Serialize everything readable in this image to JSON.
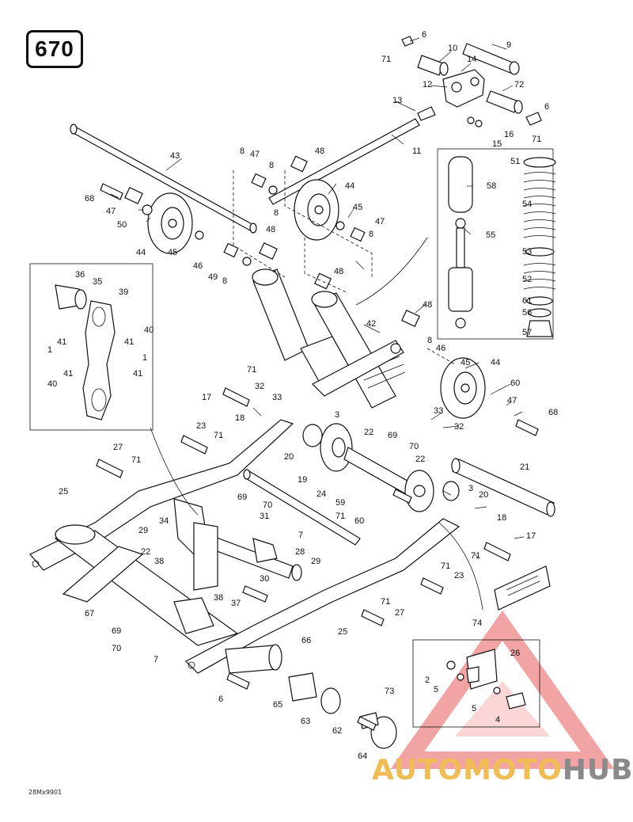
{
  "diagram": {
    "page_number": "670",
    "reference_code": "28Mx9901",
    "watermark": {
      "text_accent": "AUTOMOTO",
      "text_rest": "HUB",
      "accent_color": "#f0bc54",
      "rest_color": "#8a8a8a",
      "triangle_color": "#e85a5a"
    },
    "callouts": [
      {
        "id": "c6a",
        "label": "6"
      },
      {
        "id": "c71a",
        "label": "71"
      },
      {
        "id": "c10",
        "label": "10"
      },
      {
        "id": "c14",
        "label": "14"
      },
      {
        "id": "c9",
        "label": "9"
      },
      {
        "id": "c12",
        "label": "12"
      },
      {
        "id": "c72",
        "label": "72"
      },
      {
        "id": "c13",
        "label": "13"
      },
      {
        "id": "c6b",
        "label": "6"
      },
      {
        "id": "c16",
        "label": "16"
      },
      {
        "id": "c15",
        "label": "15"
      },
      {
        "id": "c71b",
        "label": "71"
      },
      {
        "id": "c11",
        "label": "11"
      },
      {
        "id": "c43",
        "label": "43"
      },
      {
        "id": "c8a",
        "label": "8"
      },
      {
        "id": "c47a",
        "label": "47"
      },
      {
        "id": "c8b",
        "label": "8"
      },
      {
        "id": "c48a",
        "label": "48"
      },
      {
        "id": "c51",
        "label": "51"
      },
      {
        "id": "c58",
        "label": "58"
      },
      {
        "id": "c68a",
        "label": "68"
      },
      {
        "id": "c47b",
        "label": "47"
      },
      {
        "id": "c50",
        "label": "50"
      },
      {
        "id": "c44a",
        "label": "44"
      },
      {
        "id": "c44b",
        "label": "44"
      },
      {
        "id": "c45a",
        "label": "45"
      },
      {
        "id": "c8c",
        "label": "8"
      },
      {
        "id": "c47c",
        "label": "47"
      },
      {
        "id": "c8d",
        "label": "8"
      },
      {
        "id": "c54",
        "label": "54"
      },
      {
        "id": "c55",
        "label": "55"
      },
      {
        "id": "c45b",
        "label": "45"
      },
      {
        "id": "c46a",
        "label": "46"
      },
      {
        "id": "c49",
        "label": "49"
      },
      {
        "id": "c8e",
        "label": "8"
      },
      {
        "id": "c48b",
        "label": "48"
      },
      {
        "id": "c53",
        "label": "53"
      },
      {
        "id": "c36",
        "label": "36"
      },
      {
        "id": "c35",
        "label": "35"
      },
      {
        "id": "c39",
        "label": "39"
      },
      {
        "id": "c48c",
        "label": "48"
      },
      {
        "id": "c52",
        "label": "52"
      },
      {
        "id": "c61",
        "label": "61"
      },
      {
        "id": "c48d",
        "label": "48"
      },
      {
        "id": "c56",
        "label": "56"
      },
      {
        "id": "c57",
        "label": "57"
      },
      {
        "id": "c40a",
        "label": "40"
      },
      {
        "id": "c41a",
        "label": "41"
      },
      {
        "id": "c1a",
        "label": "1"
      },
      {
        "id": "c41b",
        "label": "41"
      },
      {
        "id": "c42",
        "label": "42"
      },
      {
        "id": "c8f",
        "label": "8"
      },
      {
        "id": "c46b",
        "label": "46"
      },
      {
        "id": "c1b",
        "label": "1"
      },
      {
        "id": "c41c",
        "label": "41"
      },
      {
        "id": "c41d",
        "label": "41"
      },
      {
        "id": "c45c",
        "label": "45"
      },
      {
        "id": "c44c",
        "label": "44"
      },
      {
        "id": "c40b",
        "label": "40"
      },
      {
        "id": "c71c",
        "label": "71"
      },
      {
        "id": "c32a",
        "label": "32"
      },
      {
        "id": "c60a",
        "label": "60"
      },
      {
        "id": "c17a",
        "label": "17"
      },
      {
        "id": "c33a",
        "label": "33"
      },
      {
        "id": "c47d",
        "label": "47"
      },
      {
        "id": "c18a",
        "label": "18"
      },
      {
        "id": "c3a",
        "label": "3"
      },
      {
        "id": "c33b",
        "label": "33"
      },
      {
        "id": "c68b",
        "label": "68"
      },
      {
        "id": "c23a",
        "label": "23"
      },
      {
        "id": "c71d",
        "label": "71"
      },
      {
        "id": "c22a",
        "label": "22"
      },
      {
        "id": "c69a",
        "label": "69"
      },
      {
        "id": "c32b",
        "label": "32"
      },
      {
        "id": "c70a",
        "label": "70"
      },
      {
        "id": "c27a",
        "label": "27"
      },
      {
        "id": "c71e",
        "label": "71"
      },
      {
        "id": "c20a",
        "label": "20"
      },
      {
        "id": "c22b",
        "label": "22"
      },
      {
        "id": "c21",
        "label": "21"
      },
      {
        "id": "c19",
        "label": "19"
      },
      {
        "id": "c25a",
        "label": "25"
      },
      {
        "id": "c24",
        "label": "24"
      },
      {
        "id": "c3b",
        "label": "3"
      },
      {
        "id": "c59",
        "label": "59"
      },
      {
        "id": "c20b",
        "label": "20"
      },
      {
        "id": "c69b",
        "label": "69"
      },
      {
        "id": "c70b",
        "label": "70"
      },
      {
        "id": "c71f",
        "label": "71"
      },
      {
        "id": "c60b",
        "label": "60"
      },
      {
        "id": "c29a",
        "label": "29"
      },
      {
        "id": "c34",
        "label": "34"
      },
      {
        "id": "c31",
        "label": "31"
      },
      {
        "id": "c18b",
        "label": "18"
      },
      {
        "id": "c7a",
        "label": "7"
      },
      {
        "id": "c17b",
        "label": "17"
      },
      {
        "id": "c28",
        "label": "28"
      },
      {
        "id": "c22c",
        "label": "22"
      },
      {
        "id": "c71g",
        "label": "71"
      },
      {
        "id": "c38a",
        "label": "38"
      },
      {
        "id": "c29b",
        "label": "29"
      },
      {
        "id": "c71h",
        "label": "71"
      },
      {
        "id": "c30",
        "label": "30"
      },
      {
        "id": "c23b",
        "label": "23"
      },
      {
        "id": "c38b",
        "label": "38"
      },
      {
        "id": "c37",
        "label": "37"
      },
      {
        "id": "c71i",
        "label": "71"
      },
      {
        "id": "c67",
        "label": "67"
      },
      {
        "id": "c27b",
        "label": "27"
      },
      {
        "id": "c74",
        "label": "74"
      },
      {
        "id": "c69c",
        "label": "69"
      },
      {
        "id": "c25b",
        "label": "25"
      },
      {
        "id": "c70c",
        "label": "70"
      },
      {
        "id": "c66",
        "label": "66"
      },
      {
        "id": "c26",
        "label": "26"
      },
      {
        "id": "c7b",
        "label": "7"
      },
      {
        "id": "c2",
        "label": "2"
      },
      {
        "id": "c5a",
        "label": "5"
      },
      {
        "id": "c73",
        "label": "73"
      },
      {
        "id": "c6c",
        "label": "6"
      },
      {
        "id": "c65",
        "label": "65"
      },
      {
        "id": "c5b",
        "label": "5"
      },
      {
        "id": "c4",
        "label": "4"
      },
      {
        "id": "c63",
        "label": "63"
      },
      {
        "id": "c62",
        "label": "62"
      },
      {
        "id": "c64",
        "label": "64"
      }
    ]
  }
}
